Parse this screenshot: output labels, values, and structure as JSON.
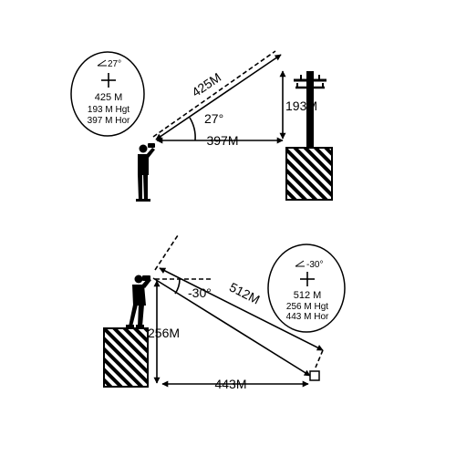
{
  "colors": {
    "ink": "#000000",
    "background": "#ffffff"
  },
  "scenario_top": {
    "readout": {
      "angle": "27°",
      "distance": "425 M",
      "height": "193 M Hgt",
      "horizontal": "397 M Hor"
    },
    "labels": {
      "slant": "425M",
      "angle": "27°",
      "horizontal": "397M",
      "height": "193M"
    }
  },
  "scenario_bottom": {
    "readout": {
      "angle": "-30°",
      "distance": "512 M",
      "height": "256 M Hgt",
      "horizontal": "443 M Hor"
    },
    "labels": {
      "slant": "512M",
      "angle": "-30°",
      "horizontal": "443M",
      "height": "256M"
    }
  },
  "icons": {
    "angle_symbol": "angle-icon",
    "crosshair": "crosshair-icon",
    "person": "person-binoculars-icon",
    "utility_pole": "utility-pole-icon",
    "hatched_block": "hatched-block-icon",
    "target_box": "target-box-icon"
  }
}
